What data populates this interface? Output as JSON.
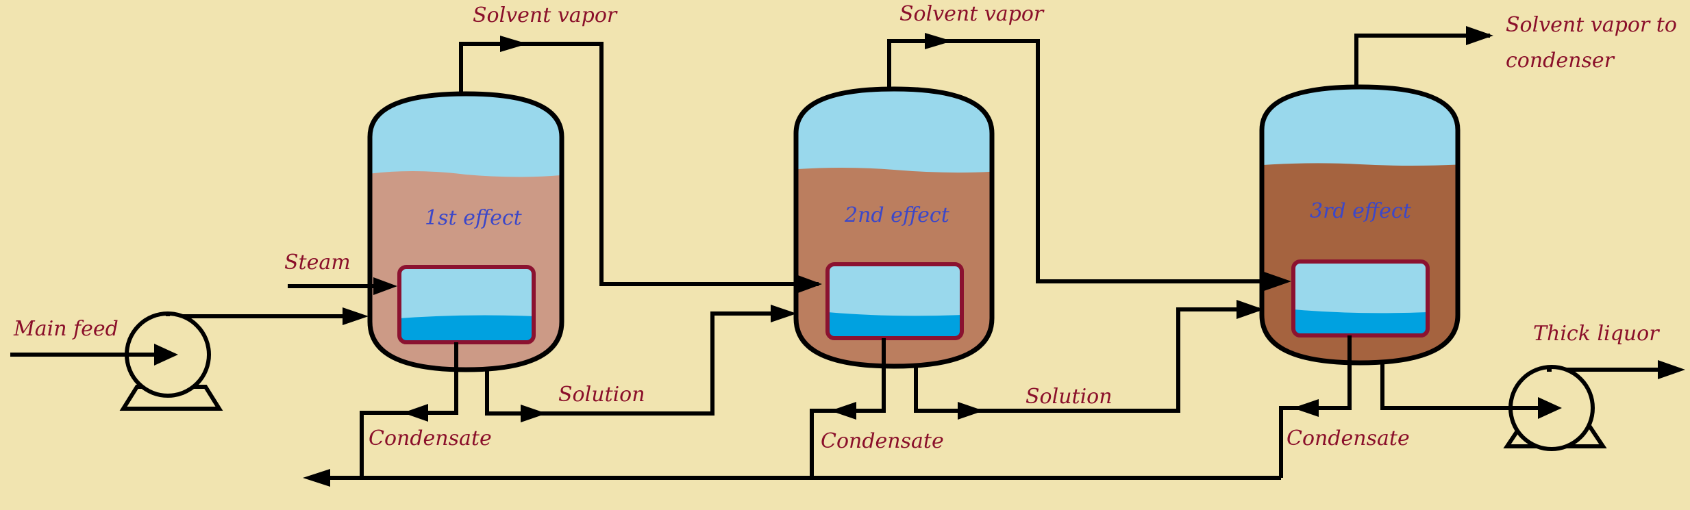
{
  "labels": {
    "vapor_1": "Solvent vapor",
    "vapor_2": "Solvent vapor",
    "vapor_3_line1": "Solvent vapor to",
    "vapor_3_line2": "condenser",
    "steam": "Steam",
    "main_feed": "Main feed",
    "solution_1": "Solution",
    "solution_2": "Solution",
    "condensate_1": "Condensate",
    "condensate_2": "Condensate",
    "condensate_3": "Condensate",
    "thick_liquor": "Thick liquor"
  },
  "effects": [
    {
      "label": "1st effect",
      "liquid_color": "#cc9a86"
    },
    {
      "label": "2nd effect",
      "liquid_color": "#bb7e5f"
    },
    {
      "label": "3rd effect",
      "liquid_color": "#a5633f"
    }
  ],
  "colors": {
    "background": "#f1e4b0",
    "vapor_space": "#99d8ec",
    "heating_coil": "#99d8ec",
    "coil_water": "#00a1e0",
    "coil_border": "#8b1230",
    "label_text": "#8a0f2a",
    "effect_text": "#3b47c9"
  }
}
